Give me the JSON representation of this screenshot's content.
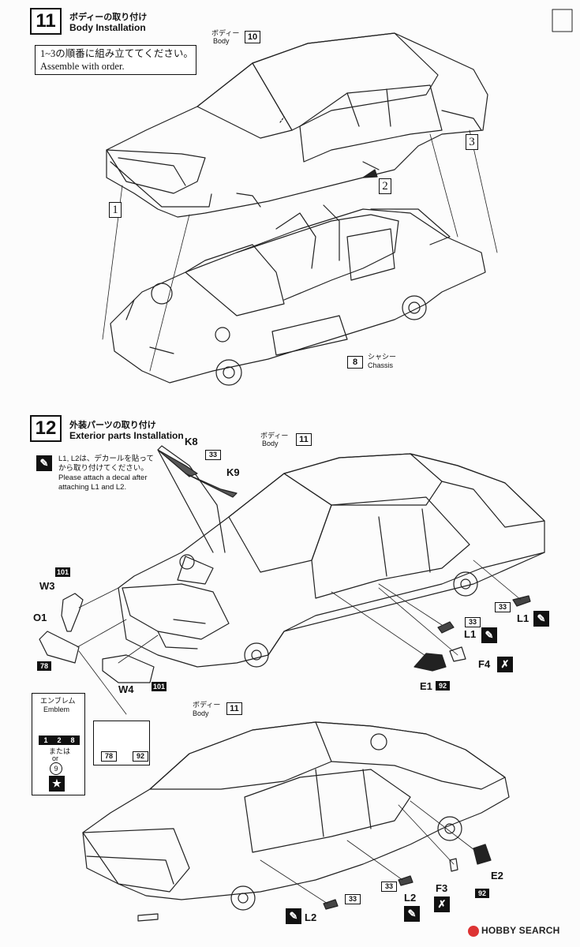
{
  "steps": [
    {
      "number": "11",
      "title_jp": "ボディーの取り付け",
      "title_en": "Body Installation"
    },
    {
      "number": "12",
      "title_jp": "外装パーツの取り付け",
      "title_en": "Exterior parts Installation"
    }
  ],
  "step11": {
    "order_note": {
      "jp": "1~3の順番に組み立ててください。",
      "en": "Assemble with order."
    },
    "body_label": {
      "jp": "ボディー",
      "en": "Body",
      "part": "10"
    },
    "chassis_label": {
      "jp": "シャシー",
      "en": "Chassis",
      "part": "8"
    },
    "order_marks": [
      "1",
      "2",
      "3"
    ]
  },
  "step12": {
    "decal_note": {
      "jp_line1": "L1, L2は、デカールを貼って",
      "jp_line2": "から取り付けてください。",
      "en_line1": "Please attach a decal after",
      "en_line2": "attaching L1 and L2."
    },
    "body_label_top": {
      "jp": "ボディー",
      "en": "Body",
      "part": "11"
    },
    "body_label_bottom": {
      "jp": "ボディー",
      "en": "Body",
      "part": "11"
    },
    "parts": {
      "k8": "K8",
      "k9": "K9",
      "k_tag": "33",
      "w3": "W3",
      "w3_tag": "101",
      "o1": "O1",
      "o1_tag": "78",
      "w4": "W4",
      "w4_tag": "101",
      "l1_a": "L1",
      "l1_a_tag": "33",
      "l1_b": "L1",
      "l1_b_tag": "33",
      "f4": "F4",
      "e1": "E1",
      "e1_tag": "92",
      "l2_a": "L2",
      "l2_a_tag": "33",
      "l2_b": "L2",
      "l2_b_tag": "33",
      "f3": "F3",
      "e2": "E2",
      "e2_tag": "92"
    },
    "emblem": {
      "jp": "エンブレム",
      "en": "Emblem",
      "decals": [
        "1",
        "2",
        "8"
      ],
      "or_jp": "または",
      "or_en": "or",
      "alt": "9",
      "mesh_tags": [
        "78",
        "92"
      ]
    }
  },
  "watermark": "HOBBY SEARCH",
  "icons": [
    "paint-brush-icon",
    "decal-star-icon",
    "glue-warning-icon",
    "hexagon-mesh-icon"
  ]
}
